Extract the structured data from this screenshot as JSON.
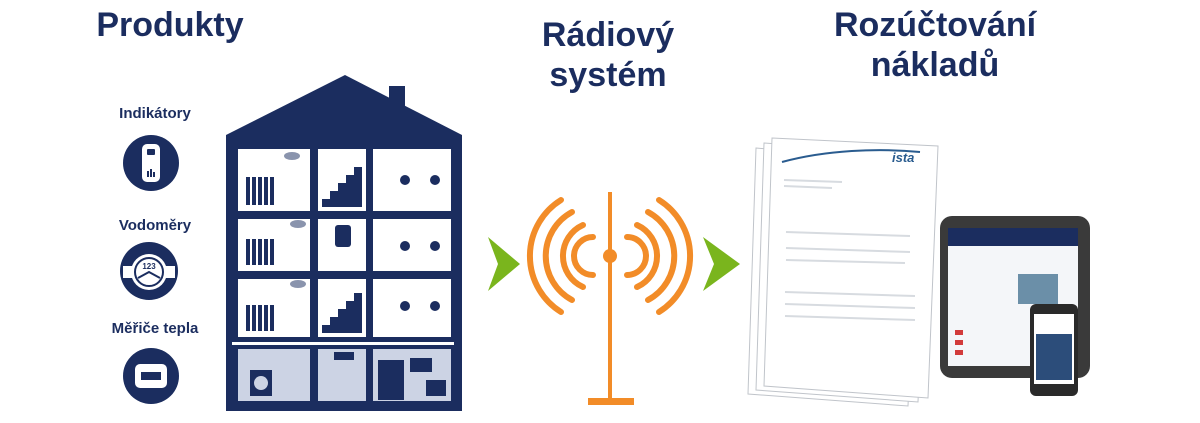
{
  "titles": {
    "products": "Produkty",
    "radio_line1": "Rádiový",
    "radio_line2": "systém",
    "billing_line1": "Rozúčtování",
    "billing_line2": "nákladů"
  },
  "products": {
    "indicators": "Indikátory",
    "water_meters": "Vodoměry",
    "heat_meters": "Měřiče tepla",
    "water_meter_reading": "123"
  },
  "brand": {
    "logo_text": "ista"
  },
  "colors": {
    "navy": "#1b2d5f",
    "arrow_green": "#7ab51d",
    "antenna_orange": "#f28c28"
  }
}
